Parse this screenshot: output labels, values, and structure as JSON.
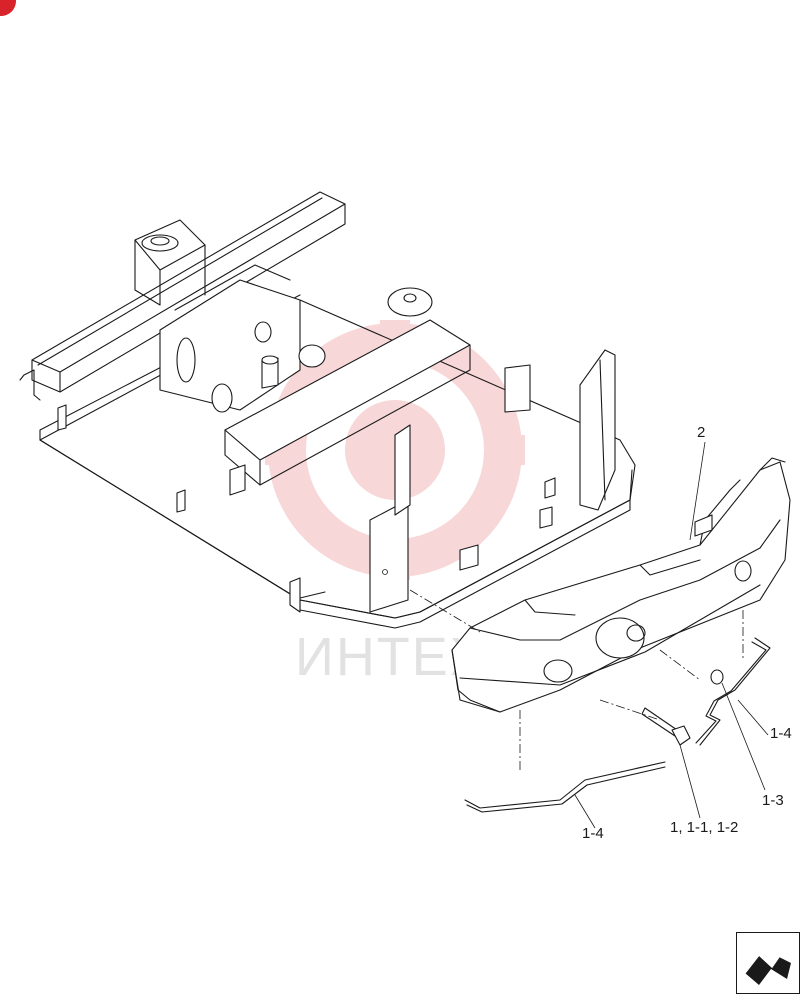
{
  "callouts": {
    "c2": "2",
    "c1_4_right": "1-4",
    "c1_3": "1-3",
    "c1_4_left": "1-4",
    "c1": "1, 1-1, 1-2"
  },
  "watermark": {
    "text": "ИНТЕХ",
    "color": "#f2b8b8"
  },
  "colors": {
    "line": "#1a1a1a",
    "corner_mark": "#d8232a"
  },
  "icons": {
    "navigation": "next-page-arrow-icon"
  }
}
